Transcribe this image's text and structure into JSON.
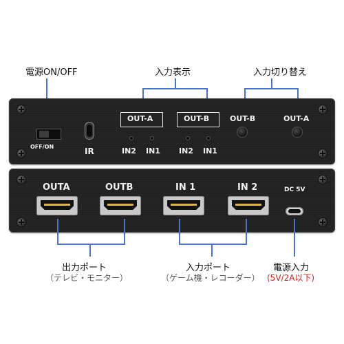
{
  "callouts": {
    "power": "電源ON/OFF",
    "input_display": "入力表示",
    "input_switch": "入力切り替え",
    "output_port": "出力ポート",
    "output_port_sub": "（テレビ・モニター）",
    "input_port": "入力ポート",
    "input_port_sub": "（ゲーム機・レコーダー）",
    "power_input": "電源入力",
    "power_input_sub": "(5V/2A以下)"
  },
  "front_panel": {
    "switch_label": "OFF/ON",
    "ir_label": "IR",
    "display_a": {
      "title": "OUT-A",
      "in2": "IN2",
      "in1": "IN1"
    },
    "display_b": {
      "title": "OUT-B",
      "in2": "IN2",
      "in1": "IN1"
    },
    "button_b_label": "OUT-B",
    "button_a_label": "OUT-A"
  },
  "rear_panel": {
    "ports": [
      "OUTA",
      "OUTB",
      "IN 1",
      "IN 2"
    ],
    "dc_label": "DC 5V"
  },
  "colors": {
    "callout_line": "#4a73c8",
    "warning_text": "#d0201a",
    "panel": "#222222"
  }
}
